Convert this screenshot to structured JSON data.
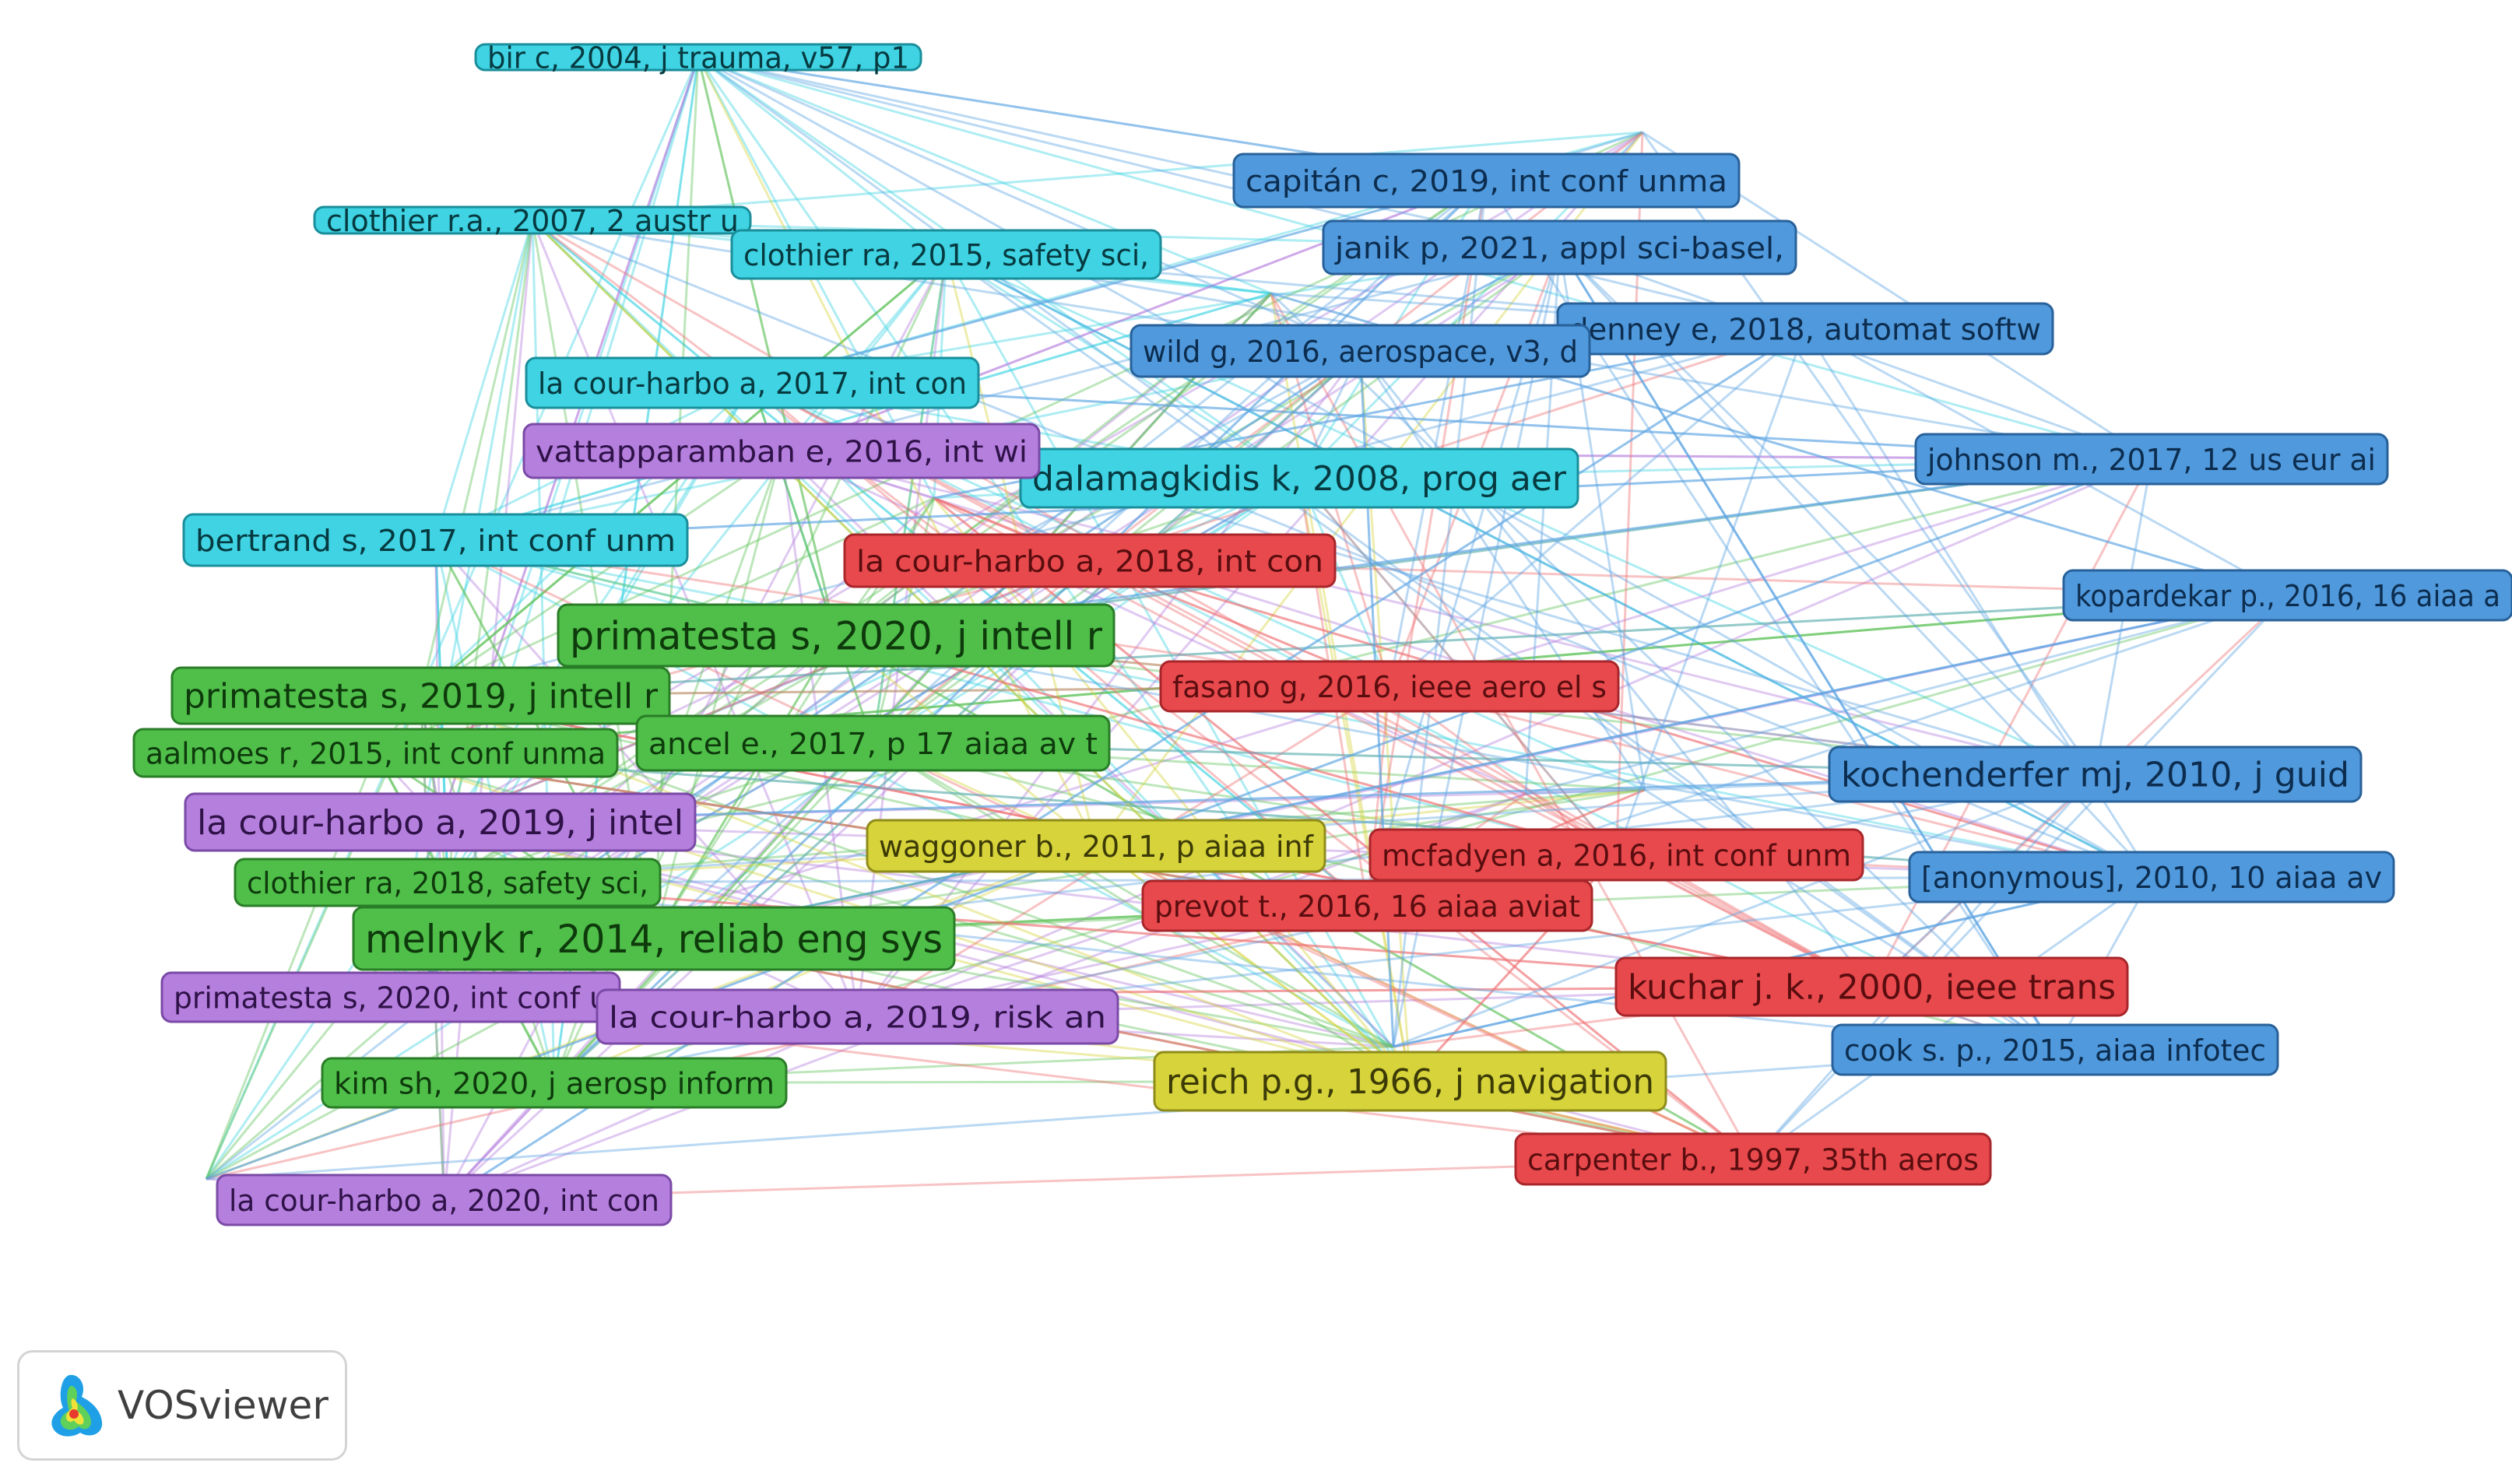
{
  "colors": {
    "red": {
      "fill": "#e8494d",
      "stroke": "#a8262a",
      "text": "#5a0d0f"
    },
    "green": {
      "fill": "#4fbf4a",
      "stroke": "#2a7d27",
      "text": "#0e3a0c"
    },
    "blue": {
      "fill": "#5099dc",
      "stroke": "#28619a",
      "text": "#0c2d4f"
    },
    "yellow": {
      "fill": "#d6d33b",
      "stroke": "#8e8b1b",
      "text": "#3c3a06"
    },
    "purple": {
      "fill": "#b57fde",
      "stroke": "#7a4aa6",
      "text": "#2f1248"
    },
    "cyan": {
      "fill": "#3fd3e3",
      "stroke": "#1a8e9b",
      "text": "#063a40"
    }
  },
  "nodes": [
    {
      "id": "bir2004",
      "label": "bir c, 2004, j trauma, v57, p1",
      "cluster": "cyan",
      "size": "s"
    },
    {
      "id": "clothier2007",
      "label": "clothier r.a., 2007, 2 austr u",
      "cluster": "cyan",
      "size": "s"
    },
    {
      "id": "clothier2015",
      "label": "clothier ra, 2015, safety sci,",
      "cluster": "cyan",
      "size": "s"
    },
    {
      "id": "lacour2017",
      "label": "la cour-harbo a, 2017, int con",
      "cluster": "cyan",
      "size": "s"
    },
    {
      "id": "dalamagkidis2008",
      "label": "dalamagkidis k, 2008, prog aer",
      "cluster": "cyan",
      "size": "m"
    },
    {
      "id": "bertrand2017",
      "label": "bertrand s, 2017, int conf unm",
      "cluster": "cyan",
      "size": "s"
    },
    {
      "id": "vattapparamban2016",
      "label": "vattapparamban e, 2016, int wi",
      "cluster": "purple",
      "size": "s"
    },
    {
      "id": "lacour2019j",
      "label": "la cour-harbo a, 2019, j intel",
      "cluster": "purple",
      "size": "m"
    },
    {
      "id": "primatesta2020i",
      "label": "primatesta s, 2020, int conf u",
      "cluster": "purple",
      "size": "s"
    },
    {
      "id": "lacour2019r",
      "label": "la cour-harbo a, 2019, risk an",
      "cluster": "purple",
      "size": "s"
    },
    {
      "id": "lacour2020",
      "label": "la cour-harbo a, 2020, int con",
      "cluster": "purple",
      "size": "s"
    },
    {
      "id": "primatesta2020j",
      "label": "primatesta s, 2020, j intell r",
      "cluster": "green",
      "size": "l"
    },
    {
      "id": "primatesta2019",
      "label": "primatesta s, 2019, j intell r",
      "cluster": "green",
      "size": "m"
    },
    {
      "id": "aalmoes2015",
      "label": "aalmoes r, 2015, int conf unma",
      "cluster": "green",
      "size": "s"
    },
    {
      "id": "ancel2017",
      "label": "ancel e., 2017, p 17 aiaa av t",
      "cluster": "green",
      "size": "s"
    },
    {
      "id": "clothier2018",
      "label": "clothier ra, 2018, safety sci,",
      "cluster": "green",
      "size": "s"
    },
    {
      "id": "melnyk2014",
      "label": "melnyk r, 2014, reliab eng sys",
      "cluster": "green",
      "size": "l"
    },
    {
      "id": "kim2020",
      "label": "kim sh, 2020, j aerosp inform",
      "cluster": "green",
      "size": "s"
    },
    {
      "id": "waggoner2011",
      "label": "waggoner b., 2011, p aiaa inf",
      "cluster": "yellow",
      "size": "s"
    },
    {
      "id": "reich1966",
      "label": "reich p.g., 1966, j navigation",
      "cluster": "yellow",
      "size": "m"
    },
    {
      "id": "lacour2018",
      "label": "la cour-harbo a, 2018, int con",
      "cluster": "red",
      "size": "s"
    },
    {
      "id": "fasano2016",
      "label": "fasano g, 2016, ieee aero el s",
      "cluster": "red",
      "size": "s"
    },
    {
      "id": "mcfadyen2016",
      "label": "mcfadyen a, 2016, int conf unm",
      "cluster": "red",
      "size": "s"
    },
    {
      "id": "prevot2016",
      "label": "prevot t., 2016, 16 aiaa aviat",
      "cluster": "red",
      "size": "s"
    },
    {
      "id": "kuchar2000",
      "label": "kuchar j. k., 2000, ieee trans",
      "cluster": "red",
      "size": "m"
    },
    {
      "id": "carpenter1997",
      "label": "carpenter b., 1997, 35th aeros",
      "cluster": "red",
      "size": "s"
    },
    {
      "id": "capitan2019",
      "label": "capitán c, 2019, int conf unma",
      "cluster": "blue",
      "size": "s"
    },
    {
      "id": "janik2021",
      "label": "janik p, 2021, appl sci-basel,",
      "cluster": "blue",
      "size": "s"
    },
    {
      "id": "denney2018",
      "label": "denney e, 2018, automat softw",
      "cluster": "blue",
      "size": "s"
    },
    {
      "id": "wild2016",
      "label": "wild g, 2016, aerospace, v3, d",
      "cluster": "blue",
      "size": "s"
    },
    {
      "id": "johnson2017",
      "label": "johnson m., 2017, 12 us eur ai",
      "cluster": "blue",
      "size": "s"
    },
    {
      "id": "kopardekar2016",
      "label": "kopardekar p., 2016, 16 aiaa a",
      "cluster": "blue",
      "size": "s"
    },
    {
      "id": "kochenderfer2010",
      "label": "kochenderfer mj, 2010, j guid",
      "cluster": "blue",
      "size": "m"
    },
    {
      "id": "anonymous2010",
      "label": "[anonymous], 2010, 10 aiaa av",
      "cluster": "blue",
      "size": "s"
    },
    {
      "id": "cook2015",
      "label": "cook s. p., 2015, aiaa infotec",
      "cluster": "blue",
      "size": "s"
    }
  ],
  "logo": {
    "text": "VOSviewer"
  }
}
